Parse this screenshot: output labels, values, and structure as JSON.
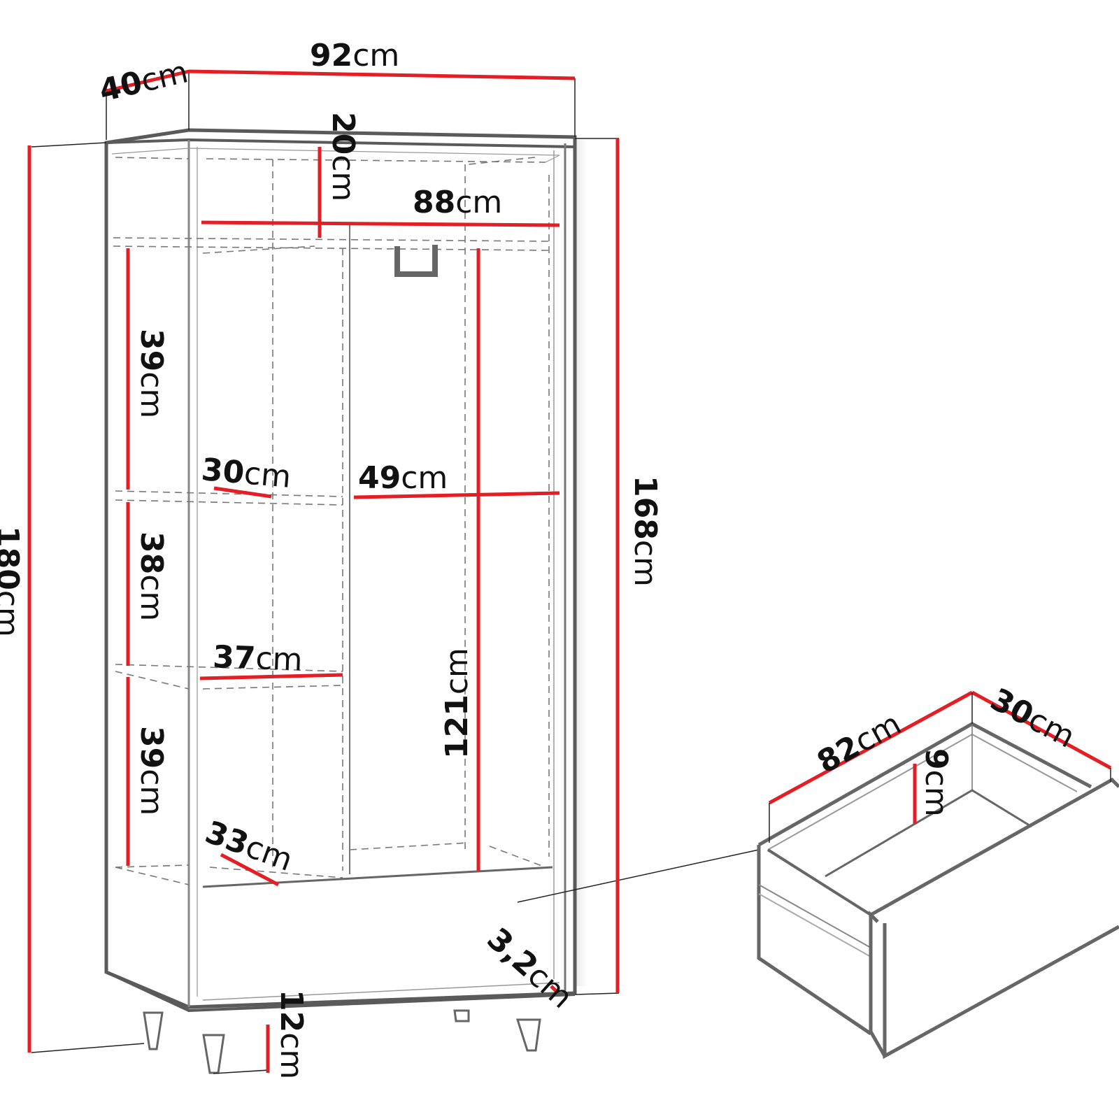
{
  "diagram": {
    "subject": "Two-door wardrobe with drawer",
    "accent_color": "#e31e24",
    "outline_color": "#555555",
    "unit": "cm"
  },
  "wardrobe": {
    "dimensions": {
      "depth": {
        "value": "40",
        "unit": "cm"
      },
      "width": {
        "value": "92",
        "unit": "cm"
      },
      "total_height": {
        "value": "180",
        "unit": "cm"
      },
      "body_height": {
        "value": "168",
        "unit": "cm"
      },
      "top_compartment_height": {
        "value": "20",
        "unit": "cm"
      },
      "inner_width": {
        "value": "88",
        "unit": "cm"
      },
      "shelf_height_top": {
        "value": "39",
        "unit": "cm"
      },
      "shelf_height_middle": {
        "value": "38",
        "unit": "cm"
      },
      "shelf_height_bottom": {
        "value": "39",
        "unit": "cm"
      },
      "shelf_depth_upper": {
        "value": "30",
        "unit": "cm"
      },
      "shelf_width": {
        "value": "37",
        "unit": "cm"
      },
      "shelf_depth_lower": {
        "value": "33",
        "unit": "cm"
      },
      "hanging_width": {
        "value": "49",
        "unit": "cm"
      },
      "hanging_height": {
        "value": "121",
        "unit": "cm"
      },
      "door_thickness": {
        "value": "3,2",
        "unit": "cm"
      },
      "leg_height": {
        "value": "12",
        "unit": "cm"
      }
    }
  },
  "drawer": {
    "dimensions": {
      "length": {
        "value": "82",
        "unit": "cm"
      },
      "depth": {
        "value": "30",
        "unit": "cm"
      },
      "height": {
        "value": "9",
        "unit": "cm"
      }
    }
  }
}
